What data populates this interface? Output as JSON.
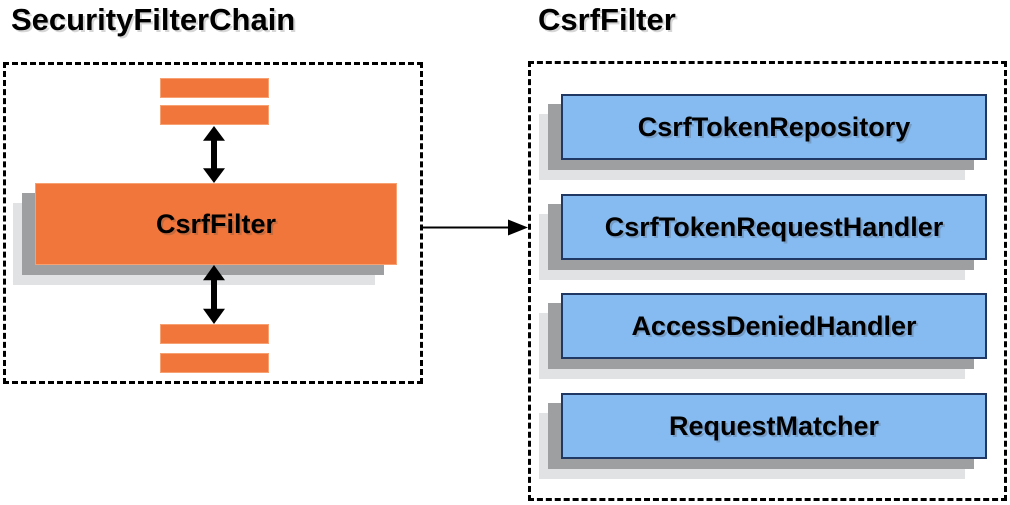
{
  "titles": {
    "left": "SecurityFilterChain",
    "right": "CsrfFilter"
  },
  "left_panel": {
    "filter_label": "CsrfFilter"
  },
  "right_panel": {
    "components": [
      "CsrfTokenRepository",
      "CsrfTokenRequestHandler",
      "AccessDeniedHandler",
      "RequestMatcher"
    ]
  },
  "icons": {
    "bidirectional_arrow": "↕",
    "flow_arrow": "→"
  },
  "colors": {
    "orange": "#F0763B",
    "orange_border": "#F7A172",
    "blue": "#85BBF0",
    "blue_border": "#1F3864",
    "shadow_dark": "#9E9FA1",
    "shadow_light": "#E1E2E4",
    "ink": "#000000"
  }
}
